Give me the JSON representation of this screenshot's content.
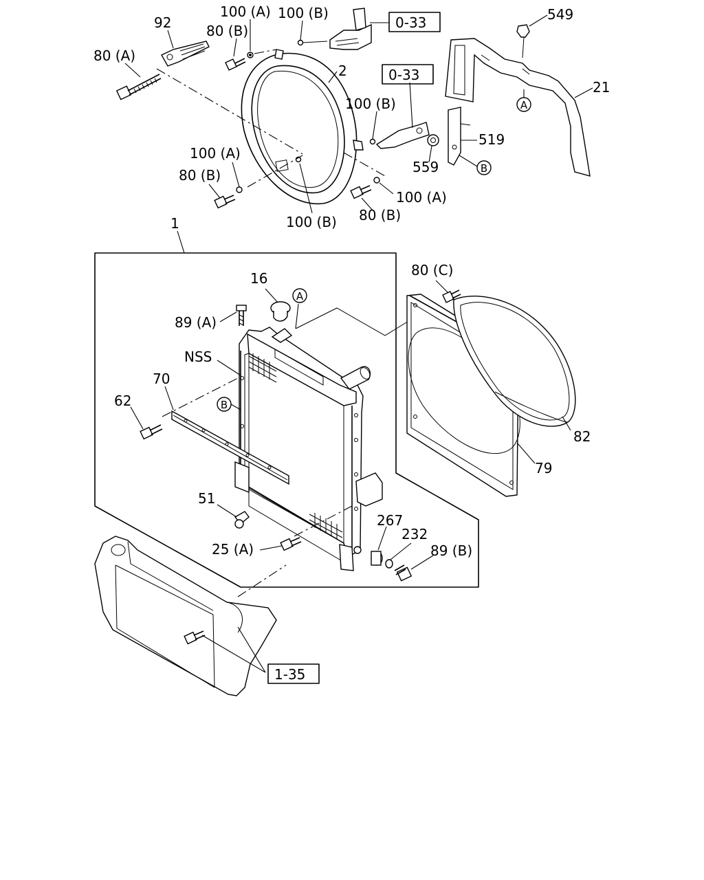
{
  "diagram": {
    "part_labels": {
      "p80a_top": "80 (A)",
      "p92": "92",
      "p80b_top": "80 (B)",
      "p100a_top": "100 (A)",
      "p100b_top": "100 (B)",
      "ref033_top": "0-33",
      "p549": "549",
      "p2": "2",
      "ref033_mid": "0-33",
      "p21": "21",
      "p100b_mid": "100 (B)",
      "p519": "519",
      "p559": "559",
      "p100a_left": "100 (A)",
      "p80b_left": "80 (B)",
      "p100a_right": "100 (A)",
      "p100b_bottom": "100 (B)",
      "p80b_bottom": "80 (B)",
      "p1": "1",
      "p80c": "80 (C)",
      "p16": "16",
      "p89a": "89 (A)",
      "pnss": "NSS",
      "p70": "70",
      "p62": "62",
      "p82": "82",
      "p79": "79",
      "p51": "51",
      "p267": "267",
      "p232": "232",
      "p89b": "89 (B)",
      "p25a": "25 (A)",
      "ref135": "1-35"
    },
    "markers": {
      "a_top": "A",
      "b_top": "B",
      "a_center": "A",
      "b_center": "B"
    }
  }
}
